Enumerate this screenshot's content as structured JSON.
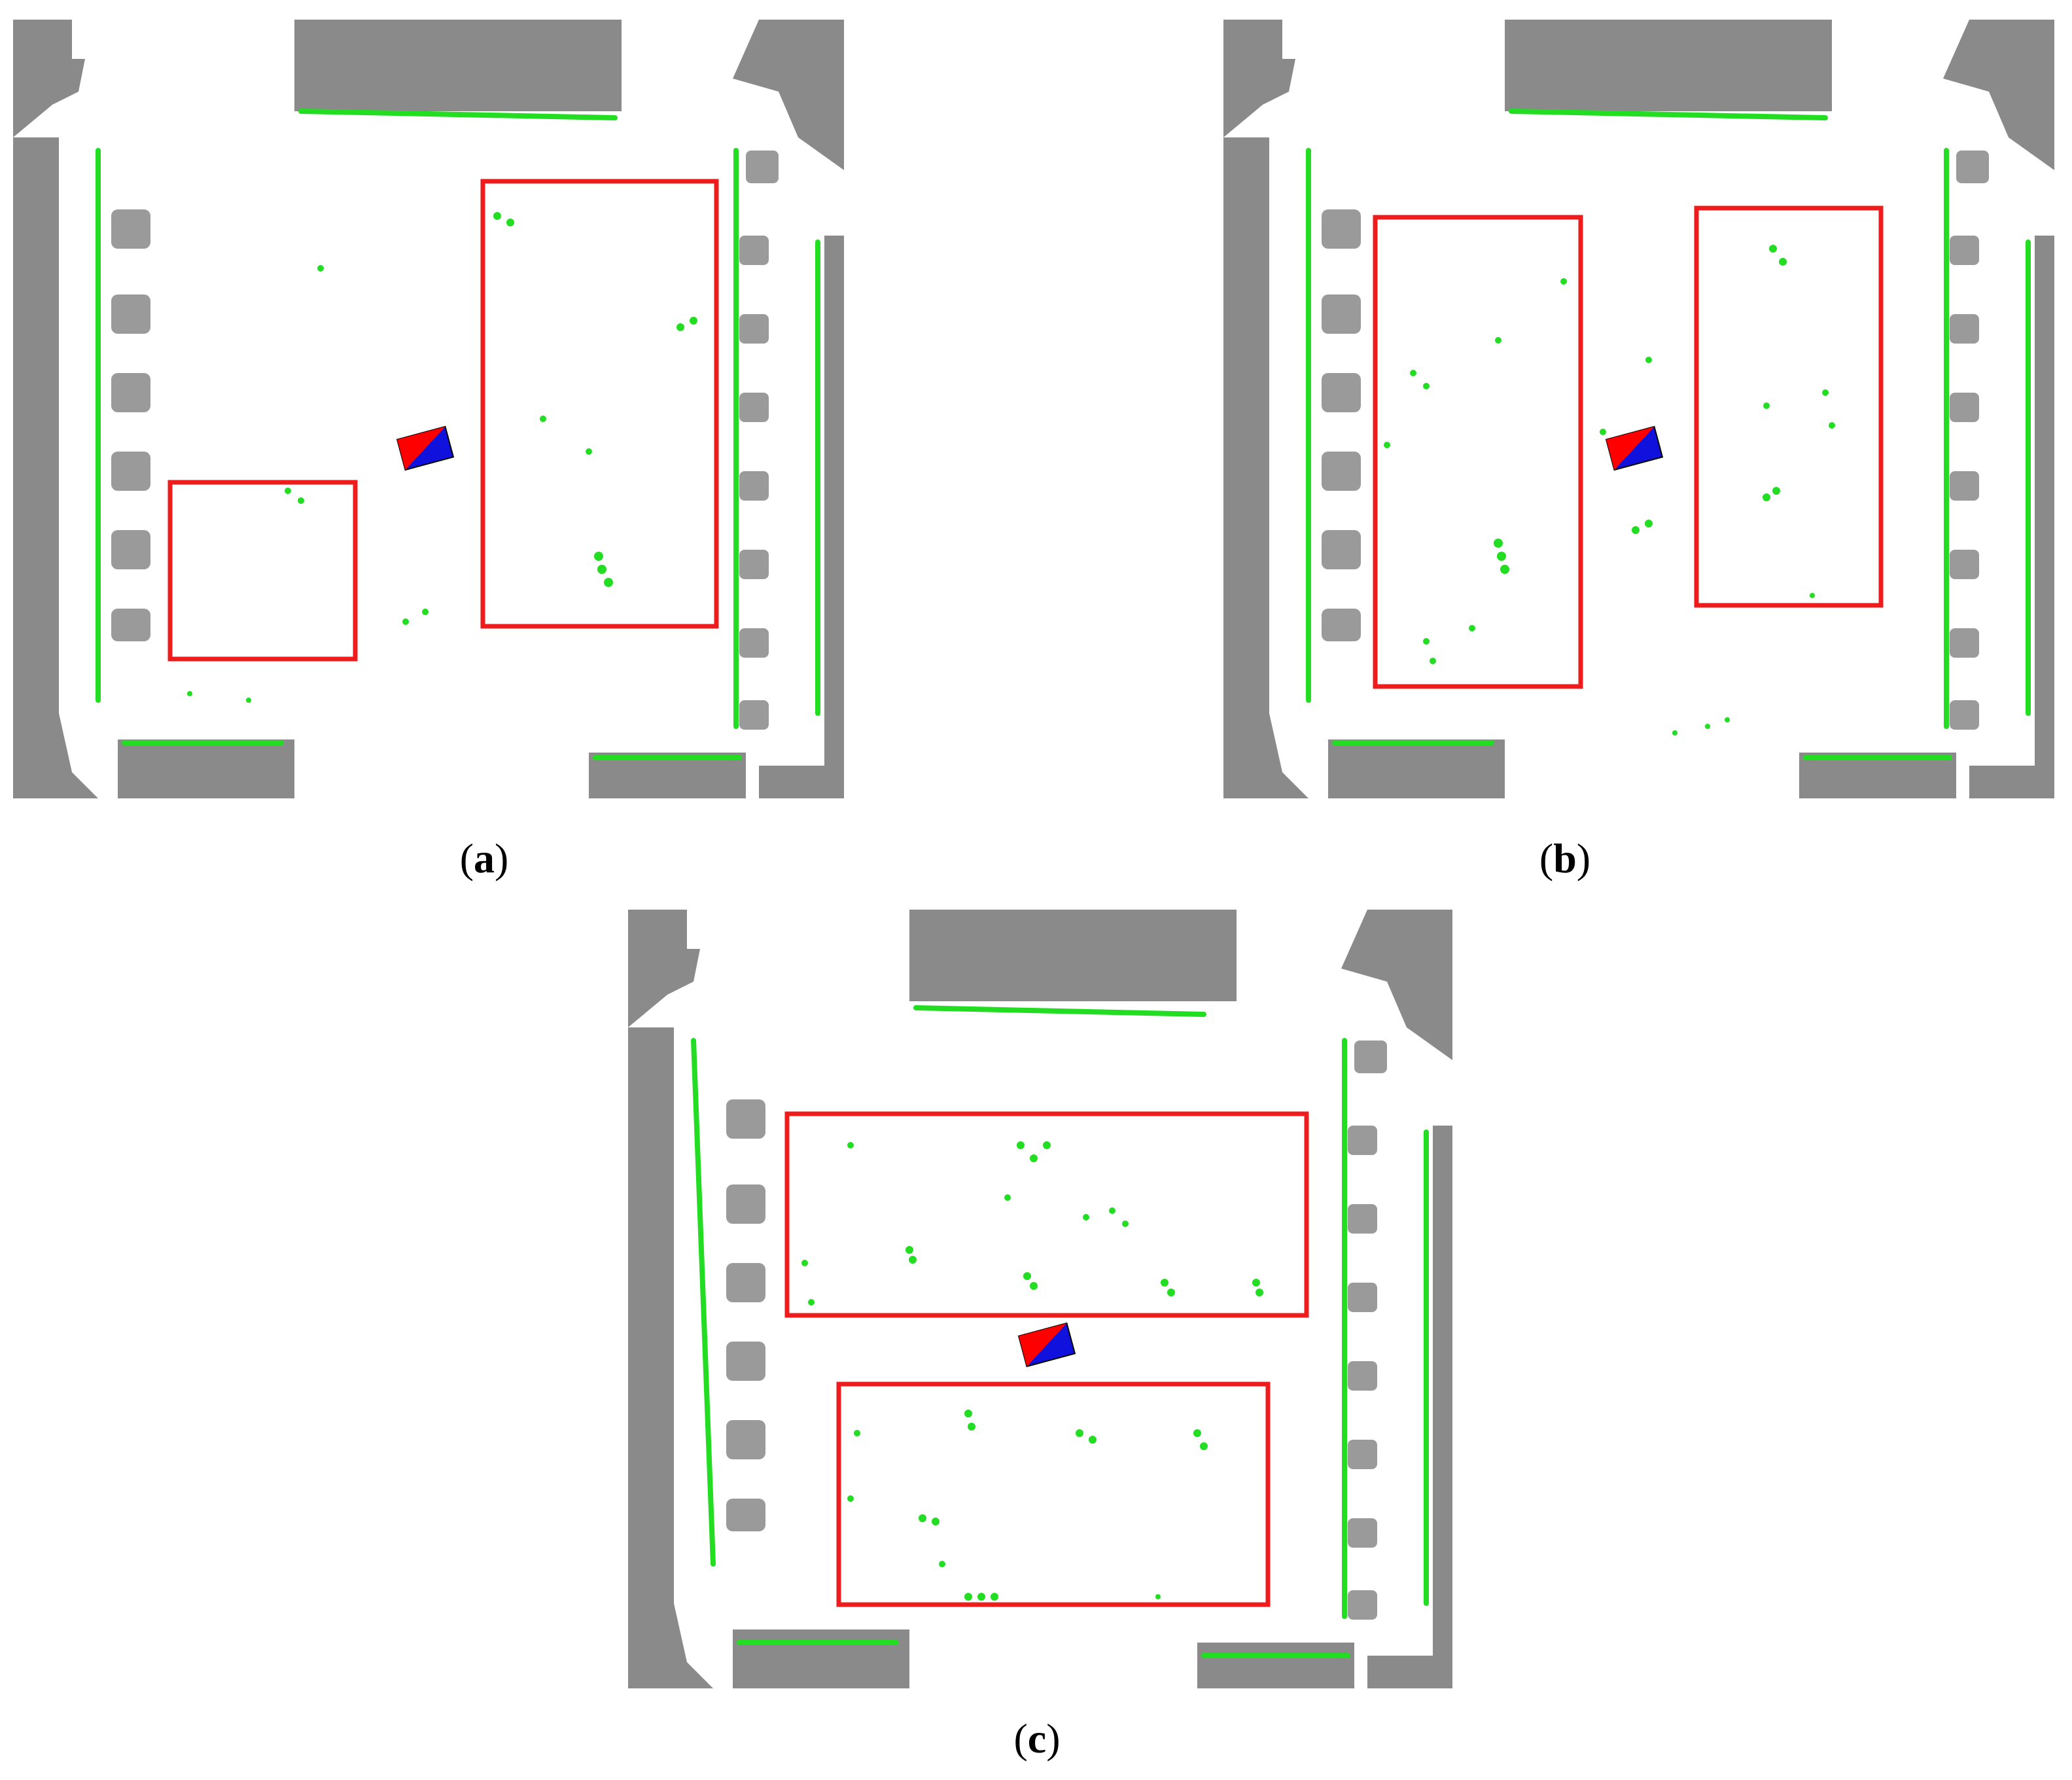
{
  "figure": {
    "colors": {
      "occupied_gray": "#808080",
      "free_white": "#ffffff",
      "detected_points_green": "#22dd22",
      "region_box_red": "#ee1c1c",
      "robot_red": "#ff0000",
      "robot_blue": "#1111dd"
    },
    "panels": [
      {
        "id": "a",
        "caption_open": "(",
        "caption_label": "a",
        "caption_close": ")",
        "highlighted_regions": 2
      },
      {
        "id": "b",
        "caption_open": "(",
        "caption_label": "b",
        "caption_close": ")",
        "highlighted_regions": 2
      },
      {
        "id": "c",
        "caption_open": "(",
        "caption_label": "c",
        "caption_close": ")",
        "highlighted_regions": 2
      }
    ]
  }
}
